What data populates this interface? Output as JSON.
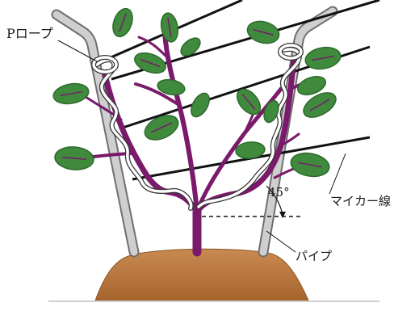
{
  "labels": {
    "rope": "Pロープ",
    "wire": "マイカー線",
    "pipe": "パイプ",
    "angle": "45°"
  },
  "colors": {
    "pipe_fill": "#c9c9c9",
    "pipe_edge": "#6f6f6f",
    "wire": "#111111",
    "stem": "#7a1a6b",
    "stem_dark": "#5a0f50",
    "leaf": "#3f8a3c",
    "leaf_dark": "#2e6a2c",
    "leaf_vein": "#7a1a6b",
    "rope_fill": "#ffffff",
    "rope_edge": "#333333",
    "soil_top": "#c98a52",
    "soil_bottom": "#a9692f",
    "ground_line": "#7a4a20"
  }
}
